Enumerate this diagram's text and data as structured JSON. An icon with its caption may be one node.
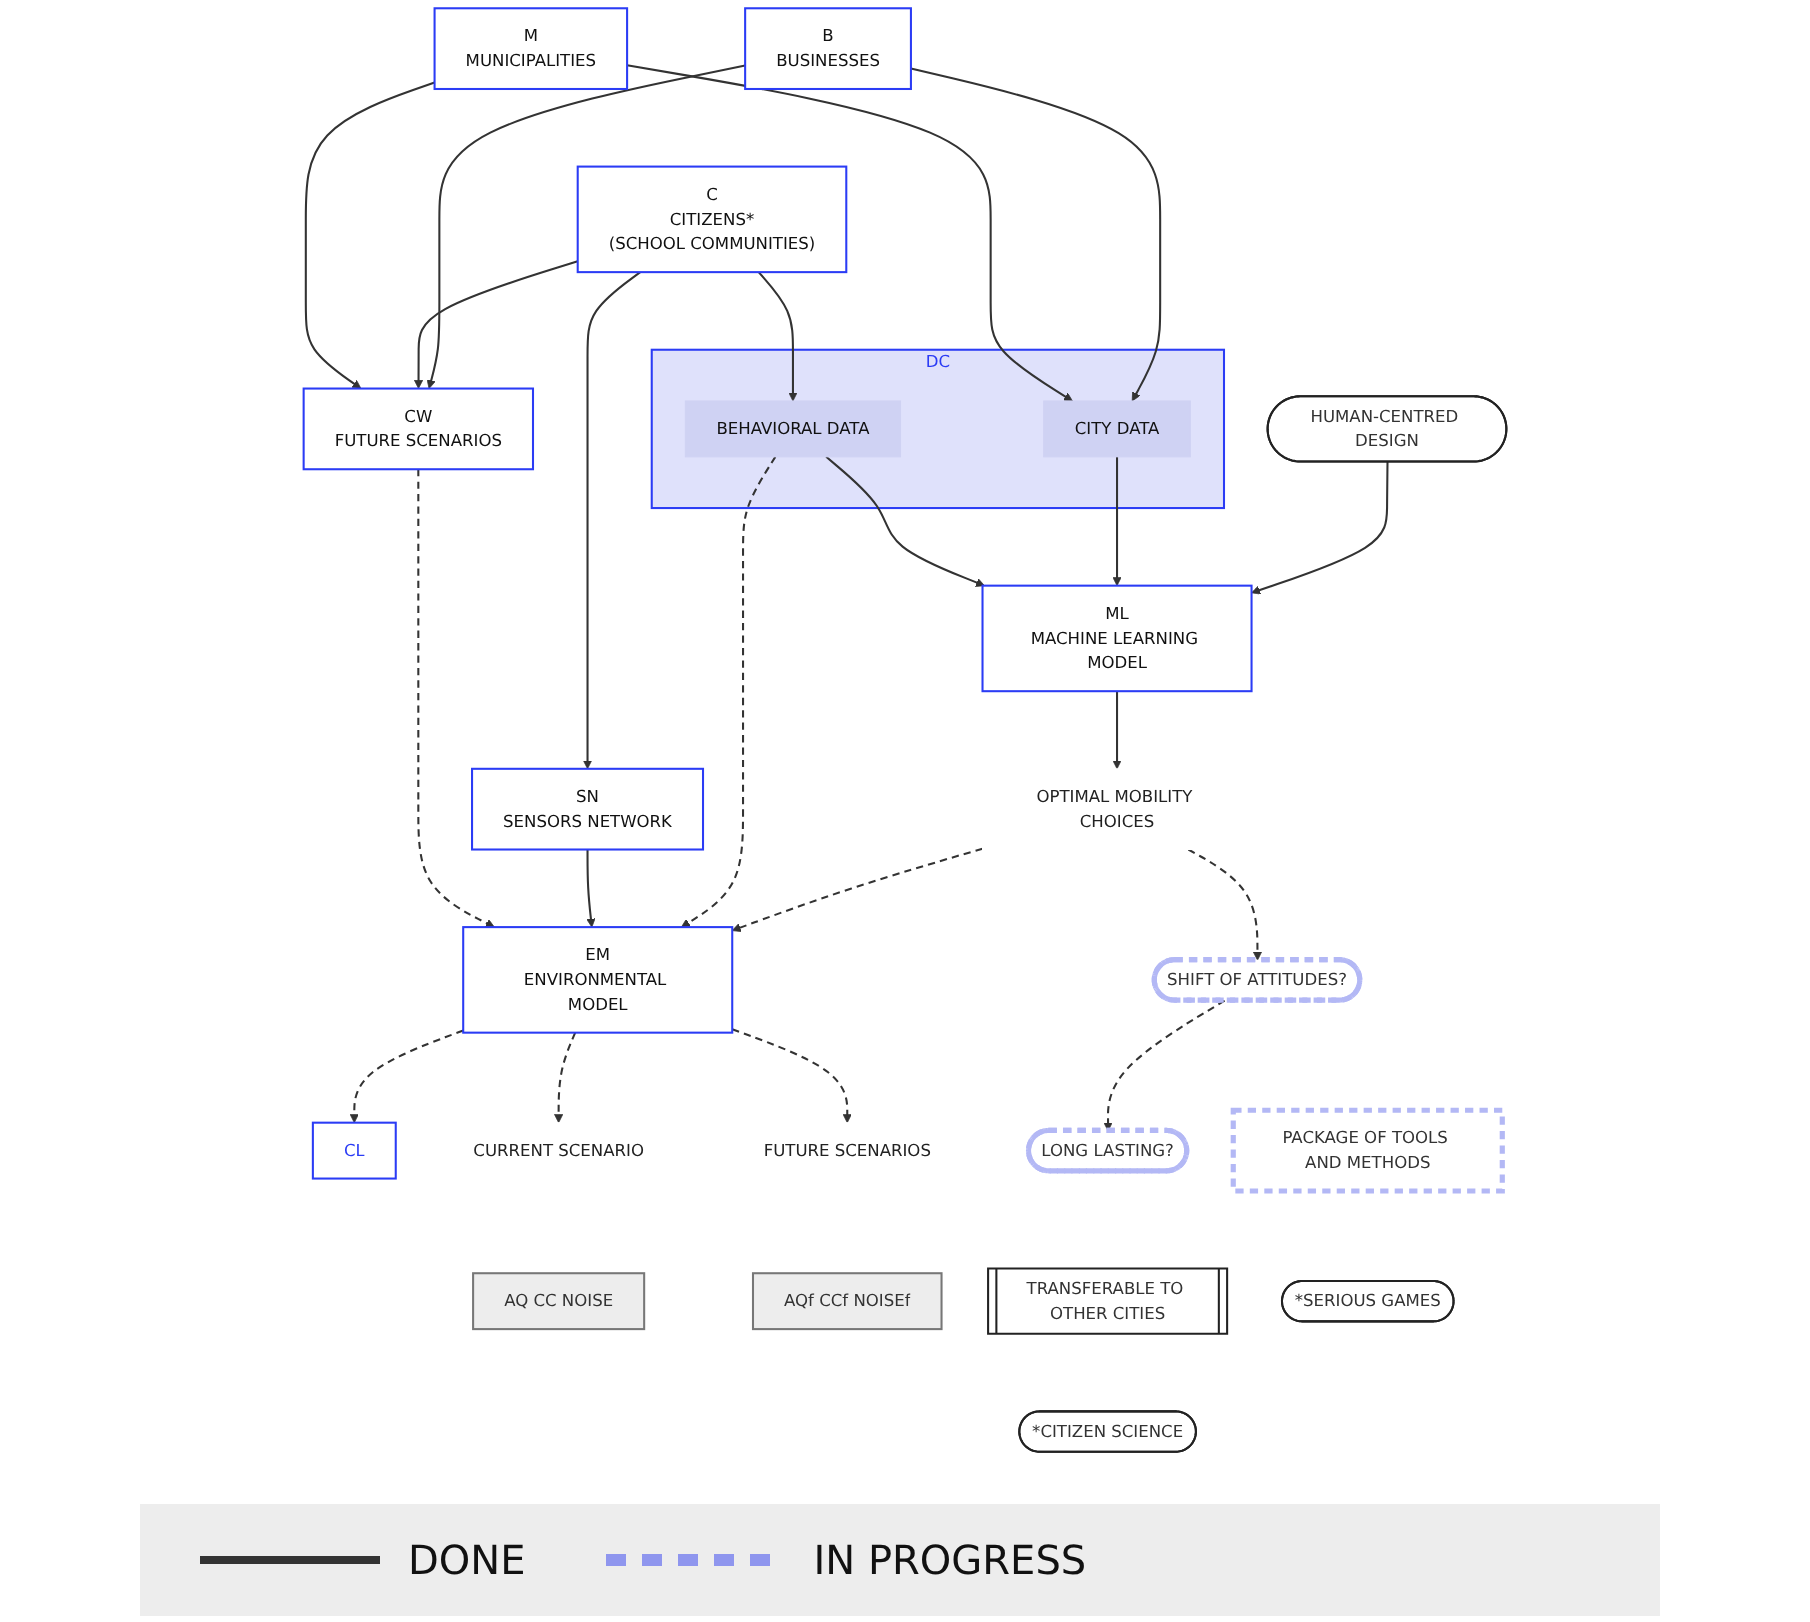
{
  "diagram": {
    "nodes": [
      {
        "text": [
          "M",
          "MUNICIPALITIES"
        ]
      },
      {
        "text": [
          "C",
          "CITIZENS*",
          "(SCHOOL COMMUNITIES)"
        ]
      },
      {
        "text": [
          "B",
          "BUSINESSES"
        ]
      },
      {
        "text": [
          "CL"
        ]
      },
      {
        "text": [
          "CW",
          "FUTURE SCENARIOS"
        ]
      },
      {
        "text": [
          "SN",
          "SENSORS NETWORK"
        ]
      },
      {
        "text": [
          "DC"
        ]
      },
      {
        "text": [
          "BEHAVIORAL DATA"
        ],
        "in": 6
      },
      {
        "text": [
          "CITY DATA"
        ],
        "in": 6
      },
      {
        "text": [
          "EM",
          "ENVIRONMENTAL MODEL"
        ]
      },
      {
        "text": [
          "ML",
          "MACHINE LEARNING MODEL"
        ]
      },
      {
        "text": [
          "CURRENT SCENARIO"
        ]
      },
      {
        "text": [
          "FUTURE SCENARIOS"
        ]
      },
      {
        "text": [
          "OPTIMAL MOBILITY CHOICES"
        ]
      },
      {
        "text": [
          "HUMAN-CENTRED DESIGN"
        ]
      },
      {
        "text": [
          "AQ CC NOISE"
        ]
      },
      {
        "text": [
          "AQf CCf NOISEf"
        ]
      },
      {
        "text": [
          "SHIFT OF ATTITUDES?"
        ]
      },
      {
        "text": [
          "LONG LASTING?"
        ]
      },
      {
        "text": [
          "PACKAGE OF TOOLS AND METHODS"
        ]
      },
      {
        "text": [
          "TRANSFERABLE TO OTHER CITIES"
        ]
      },
      {
        "text": [
          "*SERIOUS GAMES"
        ]
      },
      {
        "text": [
          "*CITIZEN SCIENCE"
        ]
      }
    ],
    "edges": [
      {
        "from": 0,
        "to": 4,
        "arrow": "to"
      },
      {
        "from": 0,
        "to": 8,
        "arrow": "to"
      },
      {
        "from": 1,
        "to": 4,
        "arrow": "to"
      },
      {
        "from": 1,
        "to": 5,
        "arrow": "to"
      },
      {
        "from": 1,
        "to": 7,
        "arrow": "to"
      },
      {
        "from": 2,
        "to": 4,
        "arrow": "to"
      },
      {
        "from": 2,
        "to": 8,
        "arrow": "to"
      },
      {
        "from": 4,
        "to": 9,
        "arrow": "to",
        "style": "dashed"
      },
      {
        "from": 5,
        "to": 9,
        "arrow": "to"
      },
      {
        "from": 7,
        "to": 9,
        "arrow": "to",
        "style": "dashed"
      },
      {
        "from": 7,
        "to": 10,
        "arrow": "to"
      },
      {
        "from": 8,
        "to": 10,
        "arrow": "to"
      },
      {
        "from": 9,
        "to": 3,
        "arrow": "to",
        "style": "dashed"
      },
      {
        "from": 9,
        "to": 11,
        "arrow": "to",
        "style": "dashed"
      },
      {
        "from": 9,
        "to": 12,
        "arrow": "to",
        "style": "dashed"
      },
      {
        "from": 13,
        "to": 9,
        "arrow": "to",
        "style": "dashed"
      },
      {
        "from": 10,
        "to": 13,
        "arrow": "to"
      },
      {
        "from": 14,
        "to": 10,
        "arrow": "to"
      },
      {
        "from": 13,
        "to": 17,
        "arrow": "to",
        "style": "dashed"
      },
      {
        "from": 17,
        "to": 18,
        "arrow": "to",
        "style": "dashed"
      }
    ],
    "legend": [
      {
        "text": "DONE"
      },
      {
        "text": "IN PROGRESS"
      }
    ]
  }
}
